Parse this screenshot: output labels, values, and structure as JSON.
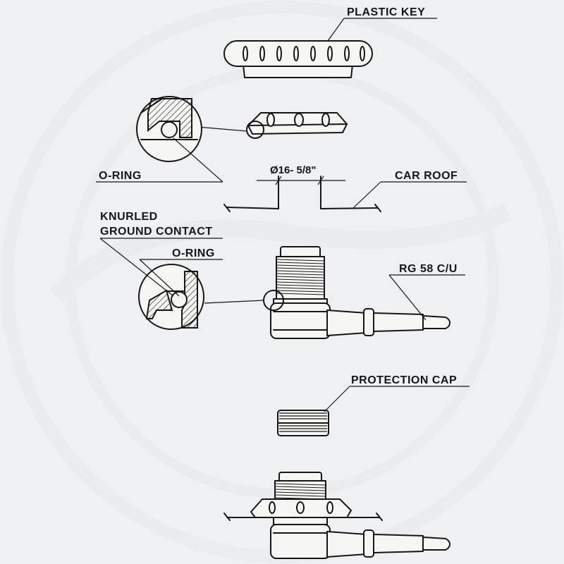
{
  "labels": {
    "plastic_key": "PLASTIC KEY",
    "o_ring_upper": "O-RING",
    "dimension": "Ø16- 5/8\"",
    "car_roof": "CAR ROOF",
    "knurled_line1": "KNURLED",
    "knurled_line2": "GROUND CONTACT",
    "o_ring_lower": "O-RING",
    "cable": "RG 58 C/U",
    "protection_cap": "PROTECTION CAP"
  },
  "colors": {
    "ink": "#161616",
    "paper": "#f6f6f4",
    "background": "#eef0f3"
  }
}
